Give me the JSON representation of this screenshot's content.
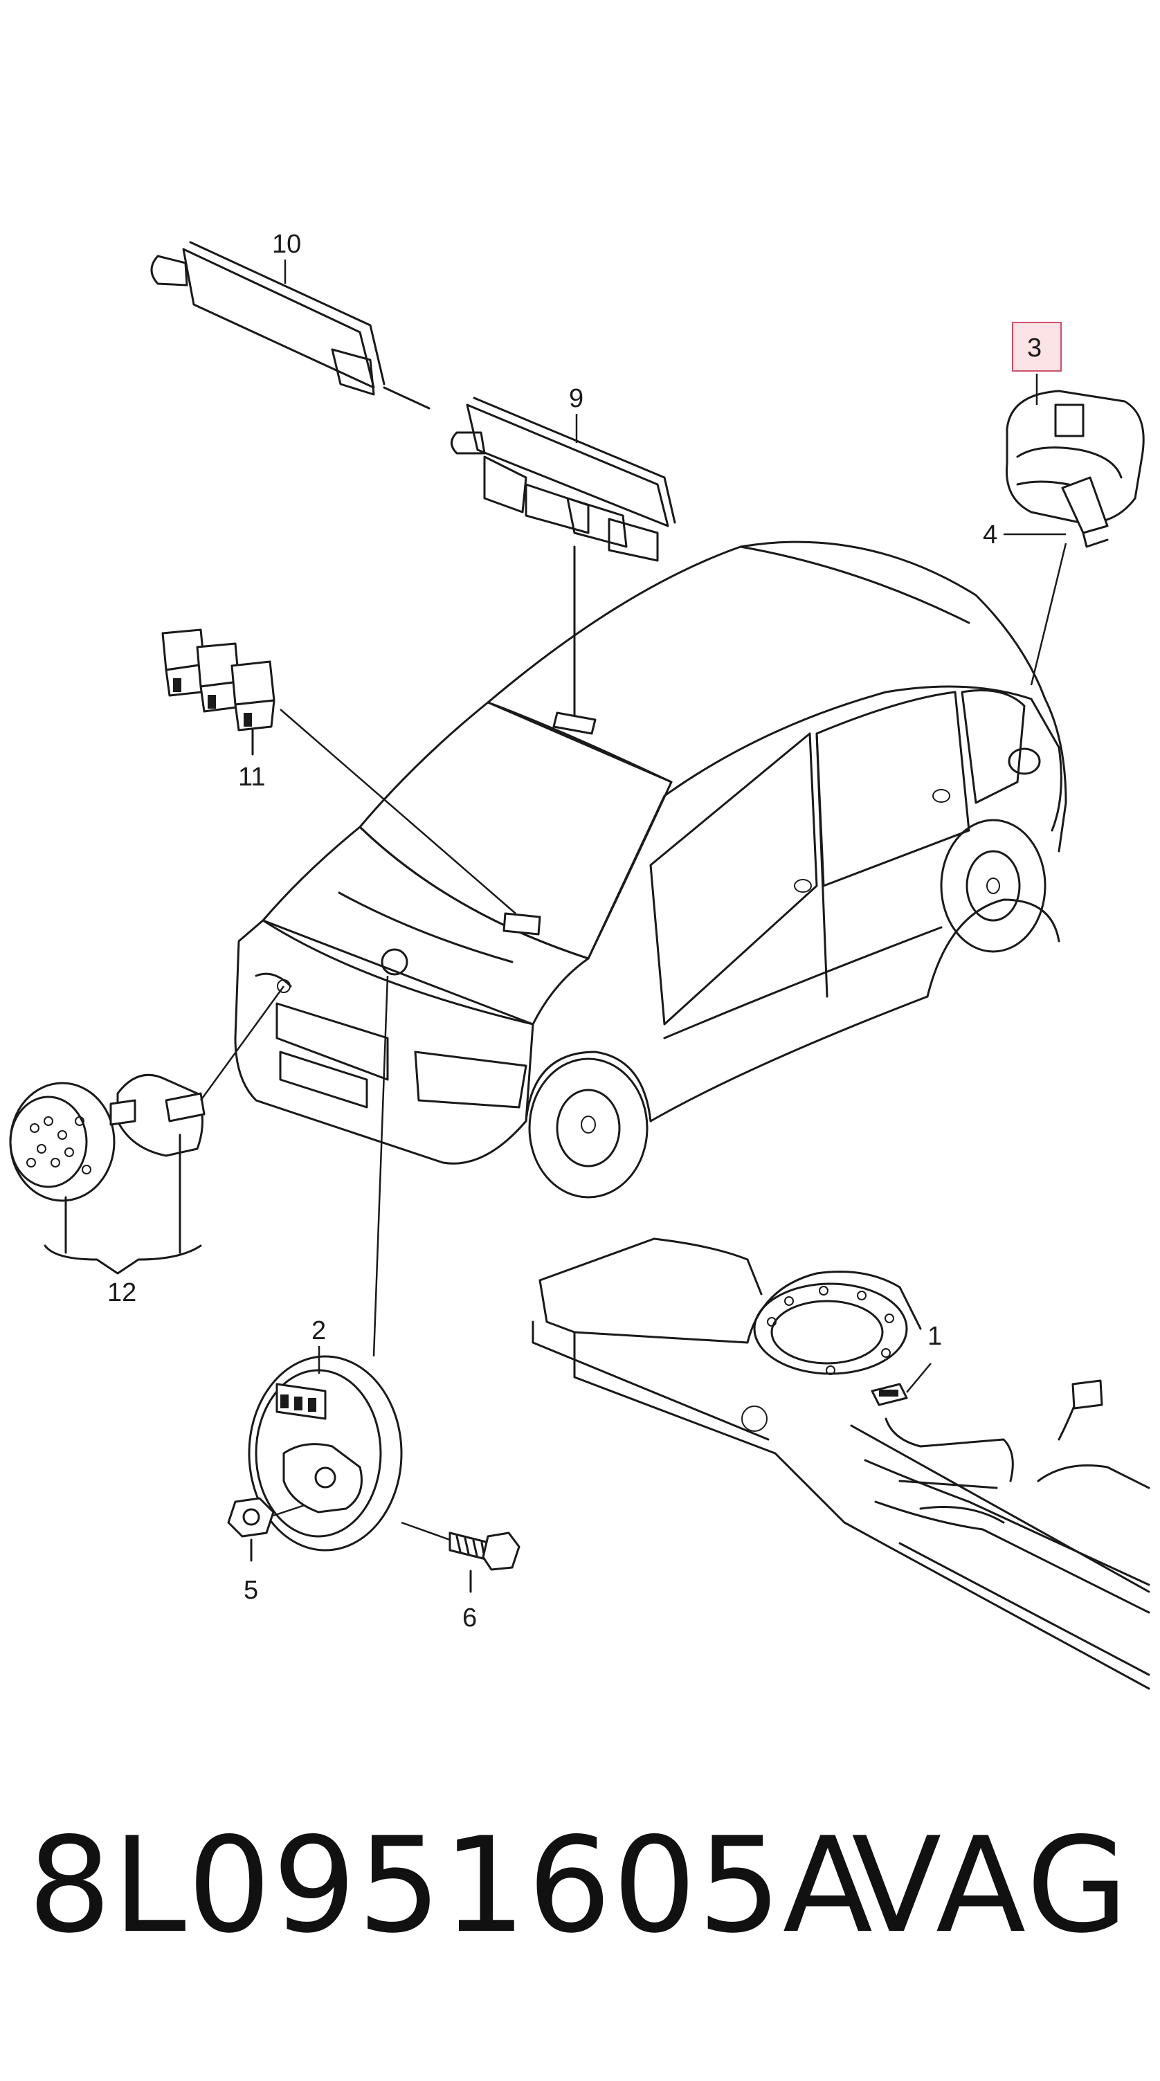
{
  "diagram": {
    "callouts": [
      {
        "id": "1",
        "label": "1"
      },
      {
        "id": "2",
        "label": "2"
      },
      {
        "id": "3",
        "label": "3",
        "highlighted": true
      },
      {
        "id": "4",
        "label": "4"
      },
      {
        "id": "5",
        "label": "5"
      },
      {
        "id": "6",
        "label": "6"
      },
      {
        "id": "9",
        "label": "9"
      },
      {
        "id": "10",
        "label": "10"
      },
      {
        "id": "11",
        "label": "11"
      },
      {
        "id": "12",
        "label": "12"
      }
    ],
    "highlight_color": "#d0506a"
  },
  "footer": {
    "part_number": "8L0951605A",
    "brand": "VAG"
  }
}
